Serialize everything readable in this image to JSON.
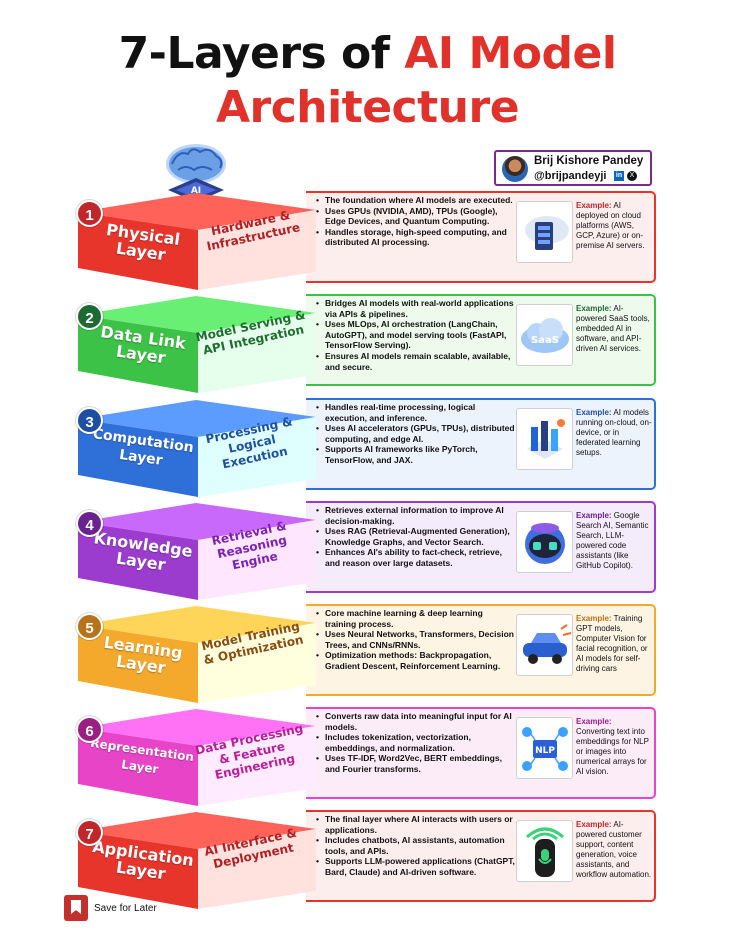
{
  "title": {
    "part1": "7-Layers of ",
    "part2": "AI Model",
    "line2": "Architecture"
  },
  "author": {
    "name": "Brij Kishore Pandey",
    "handle": "@brijpandeyji",
    "linkedin_icon": "in",
    "x_icon": "X"
  },
  "layers": [
    {
      "num": "1",
      "name": "Physical Layer",
      "sub": "Hardware & Infrastructure",
      "color": "#e8352c",
      "bullets": [
        "The foundation where AI models are executed.",
        "Uses GPUs (NVIDIA, AMD), TPUs (Google), Edge Devices, and Quantum Computing.",
        "Handles storage, high-speed computing, and distributed AI processing."
      ],
      "example_label": "Example:",
      "example": " AI deployed on cloud platforms (AWS, GCP, Azure) or on-premise AI servers.",
      "icon": "cloud-server-icon"
    },
    {
      "num": "2",
      "name": "Data Link Layer",
      "sub": "Model Serving & API Integration",
      "color": "#3cc247",
      "bullets": [
        "Bridges AI models with real-world applications via APIs & pipelines.",
        "Uses MLOps, AI orchestration (LangChain, AutoGPT), and model serving tools (FastAPI, TensorFlow Serving).",
        "Ensures AI models remain scalable, available, and secure."
      ],
      "example_label": "Example:",
      "example": " AI-powered SaaS tools, embedded AI in software, and API-driven AI services.",
      "icon": "saas-cloud-icon",
      "icon_text": "SaaS"
    },
    {
      "num": "3",
      "name": "Computation Layer",
      "sub": "Processing & Logical Execution",
      "color": "#2f6fd8",
      "bullets": [
        "Handles real-time processing, logical execution, and inference.",
        "Uses AI accelerators (GPUs, TPUs), distributed computing, and edge AI.",
        "Supports AI frameworks like PyTorch, TensorFlow, and JAX."
      ],
      "example_label": "Example:",
      "example": " AI models running on-cloud, on-device, or in federated learning setups.",
      "icon": "data-center-icon"
    },
    {
      "num": "4",
      "name": "Knowledge Layer",
      "sub": "Retrieval & Reasoning Engine",
      "color": "#9b3ccf",
      "bullets": [
        "Retrieves external information to improve AI decision-making.",
        "Uses RAG (Retrieval-Augmented Generation), Knowledge Graphs, and Vector Search.",
        "Enhances AI's ability to fact-check, retrieve, and reason over large datasets."
      ],
      "example_label": "Example:",
      "example": " Google Search AI, Semantic Search, LLM-powered code assistants (like GitHub Copilot).",
      "icon": "copilot-icon"
    },
    {
      "num": "5",
      "name": "Learning Layer",
      "sub": "Model Training & Optimization",
      "color": "#f4a82c",
      "bullets": [
        "Core machine learning & deep learning training process.",
        "Uses Neural Networks, Transformers, Decision Trees, and CNNs/RNNs.",
        "Optimization methods: Backpropagation, Gradient Descent, Reinforcement Learning."
      ],
      "example_label": "Example:",
      "example": " Training GPT models, Computer Vision for facial recognition, or AI models for self-driving cars",
      "icon": "self-driving-car-icon"
    },
    {
      "num": "6",
      "name": "Representation Layer",
      "sub": "Data Processing & Feature Engineering",
      "color": "#e844c8",
      "bullets": [
        "Converts raw data into meaningful input for AI models.",
        "Includes tokenization, vectorization, embeddings, and normalization.",
        "Uses TF-IDF, Word2Vec, BERT embeddings, and Fourier transforms."
      ],
      "example_label": "Example:",
      "example": " Converting text into embeddings for NLP or images into numerical arrays for AI vision.",
      "icon": "nlp-icon",
      "icon_text": "NLP"
    },
    {
      "num": "7",
      "name": "Application Layer",
      "sub": "AI Interface & Deployment",
      "color": "#e8352c",
      "bullets": [
        "The final layer where AI interacts with users or applications.",
        "Includes chatbots, AI assistants, automation tools, and APIs.",
        "Supports LLM-powered applications (ChatGPT, Bard, Claude) and AI-driven software."
      ],
      "example_label": "Example:",
      "example": " AI-powered customer support, content generation, voice assistants, and workflow automation.",
      "icon": "voice-assistant-icon"
    }
  ],
  "save": {
    "label": "Save for Later"
  }
}
